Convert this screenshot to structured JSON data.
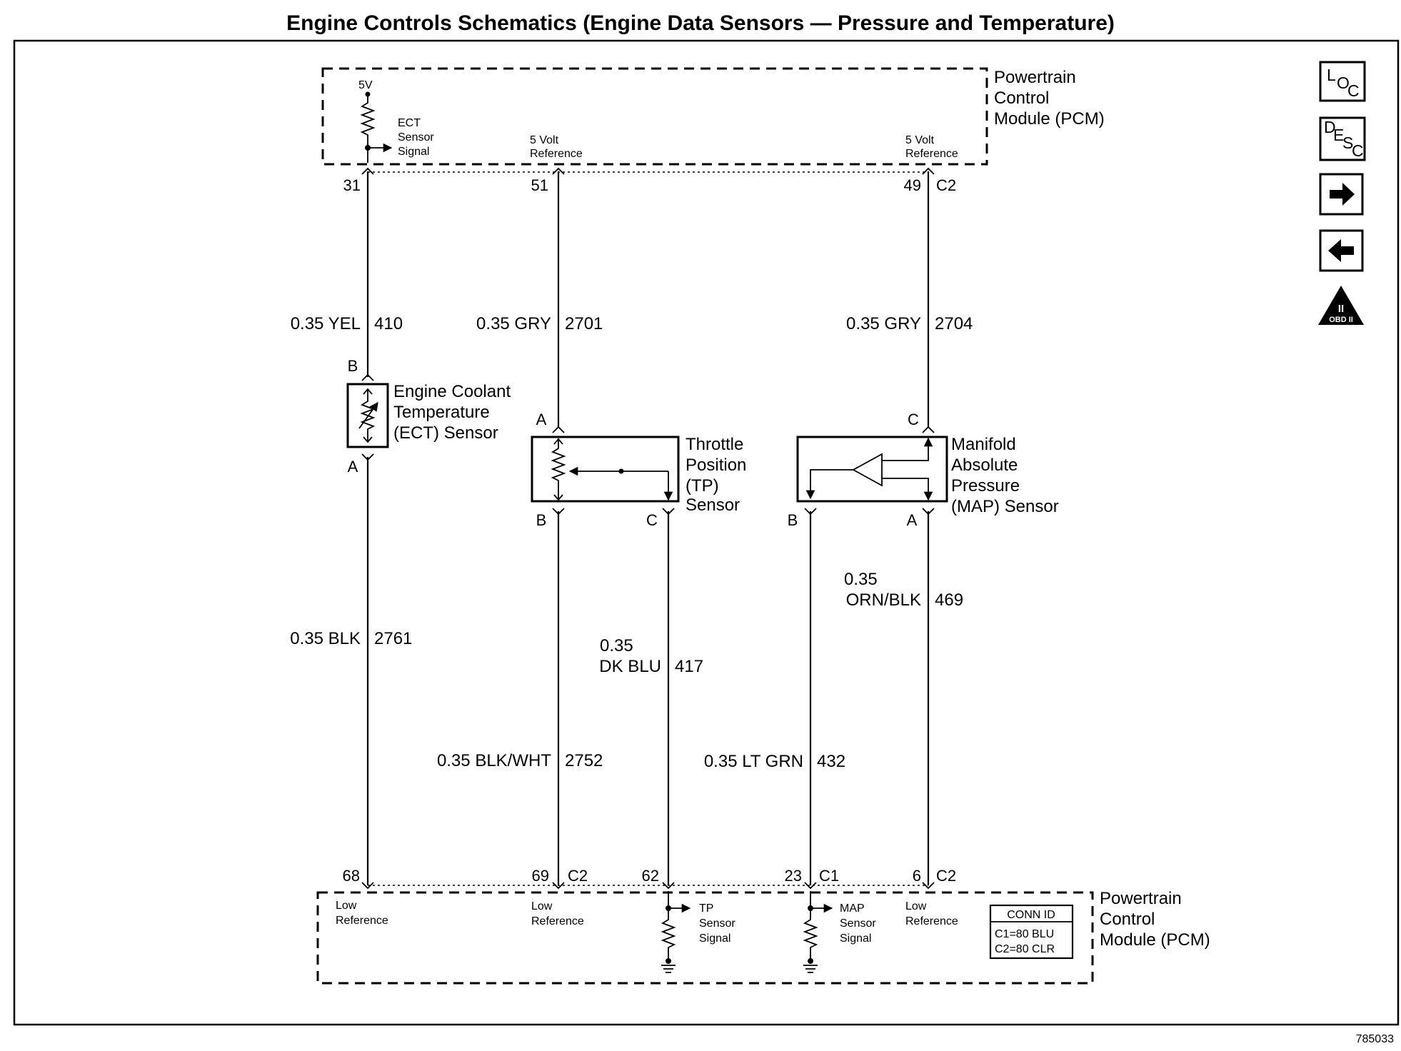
{
  "title": "Engine Controls Schematics (Engine Data Sensors — Pressure and Temperature)",
  "figure_id": "785033",
  "pcm_label": [
    "Powertrain",
    "Control",
    "Module (PCM)"
  ],
  "nav": {
    "loc": [
      "L",
      "O",
      "C"
    ],
    "desc": [
      "D",
      "E",
      "S",
      "C"
    ],
    "obd": [
      "II",
      "OBD II"
    ]
  },
  "pcm_top": {
    "supply": "5V",
    "ect_signal": [
      "ECT",
      "Sensor",
      "Signal"
    ],
    "ref1": [
      "5 Volt",
      "Reference"
    ],
    "ref2": [
      "5 Volt",
      "Reference"
    ]
  },
  "top_pins": {
    "p31": "31",
    "p51": "51",
    "p49": "49",
    "conn_c2": "C2"
  },
  "wires": {
    "w410": {
      "gauge": "0.35 YEL",
      "circuit": "410"
    },
    "w2701": {
      "gauge": "0.35 GRY",
      "circuit": "2701"
    },
    "w2704": {
      "gauge": "0.35 GRY",
      "circuit": "2704"
    },
    "w2761": {
      "gauge": "0.35 BLK",
      "circuit": "2761"
    },
    "w417": {
      "gauge": "0.35",
      "color": "DK BLU",
      "circuit": "417"
    },
    "w469": {
      "gauge": "0.35",
      "color": "ORN/BLK",
      "circuit": "469"
    },
    "w2752": {
      "gauge": "0.35 BLK/WHT",
      "circuit": "2752"
    },
    "w432": {
      "gauge": "0.35 LT GRN",
      "circuit": "432"
    }
  },
  "sensors": {
    "ect": {
      "name": [
        "Engine Coolant",
        "Temperature",
        "(ECT) Sensor"
      ],
      "pin_b": "B",
      "pin_a": "A"
    },
    "tp": {
      "name": [
        "Throttle",
        "Position",
        "(TP)",
        "Sensor"
      ],
      "pin_a": "A",
      "pin_b": "B",
      "pin_c": "C"
    },
    "map": {
      "name": [
        "Manifold",
        "Absolute",
        "Pressure",
        "(MAP) Sensor"
      ],
      "pin_c": "C",
      "pin_b": "B",
      "pin_a": "A"
    }
  },
  "bottom_pins": {
    "p68": "68",
    "p69": "69",
    "p62": "62",
    "p23": "23",
    "p6": "6",
    "c2a": "C2",
    "c1": "C1",
    "c2b": "C2"
  },
  "pcm_bottom": {
    "low_ref": [
      "Low",
      "Reference"
    ],
    "tp_signal": [
      "TP",
      "Sensor",
      "Signal"
    ],
    "map_signal": [
      "MAP",
      "Sensor",
      "Signal"
    ],
    "conn_id": {
      "header": "CONN ID",
      "c1": "C1=80 BLU",
      "c2": "C2=80 CLR"
    }
  }
}
